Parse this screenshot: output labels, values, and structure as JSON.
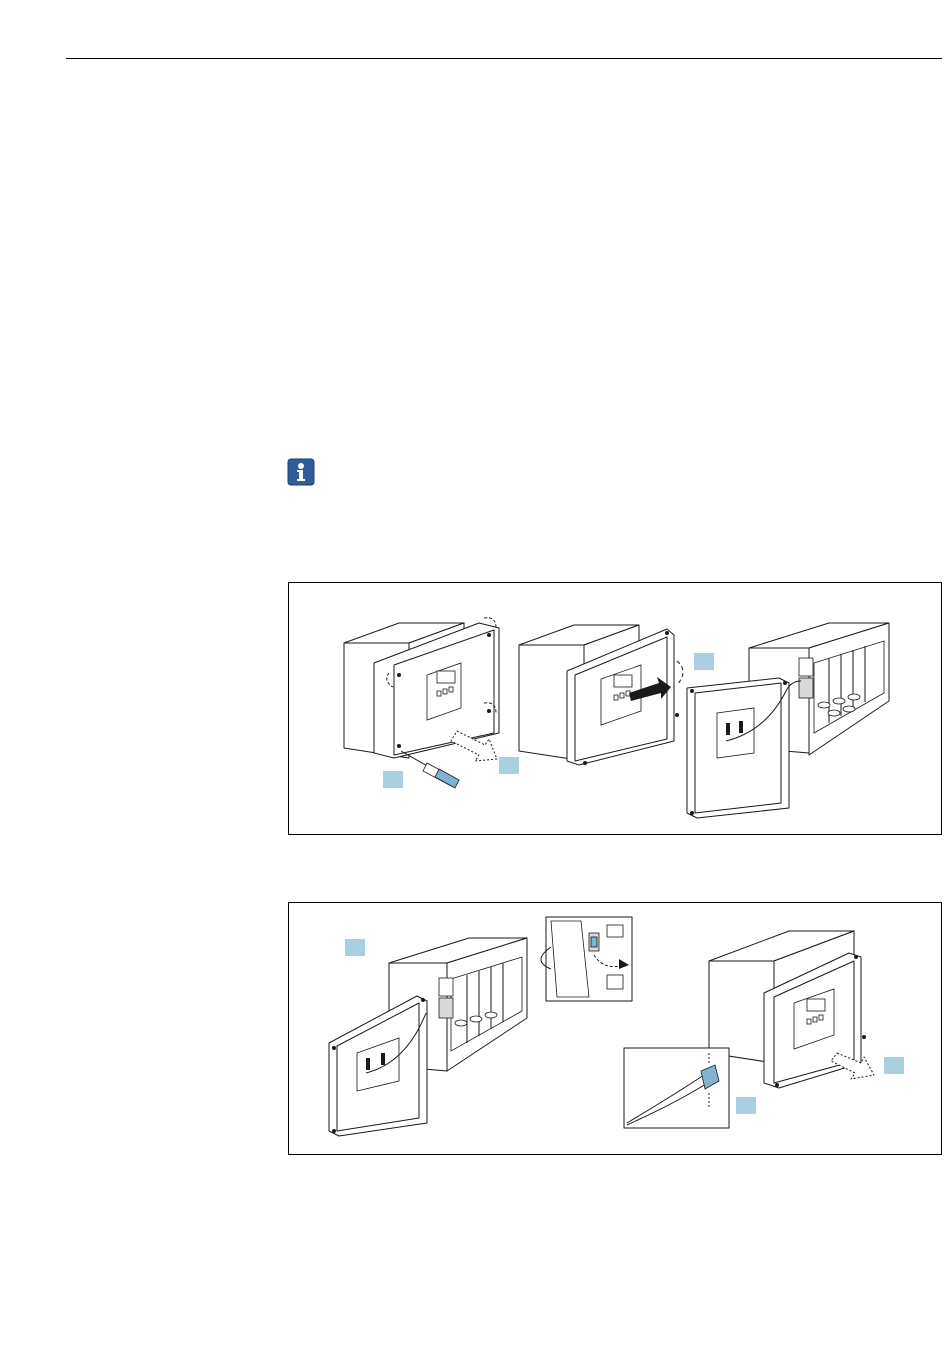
{
  "page": {
    "header_rule": true
  },
  "note": {
    "icon": "info-icon",
    "icon_color": "#2f5d9a"
  },
  "figures": [
    {
      "id": "figure-1",
      "description_icons": [
        "screwdriver-icon",
        "arrow-icon"
      ],
      "callouts": 3,
      "callout_color": "#a9cfe1"
    },
    {
      "id": "figure-2",
      "description_icons": [
        "arrow-icon"
      ],
      "callouts": 3,
      "callout_color": "#a9cfe1"
    }
  ]
}
